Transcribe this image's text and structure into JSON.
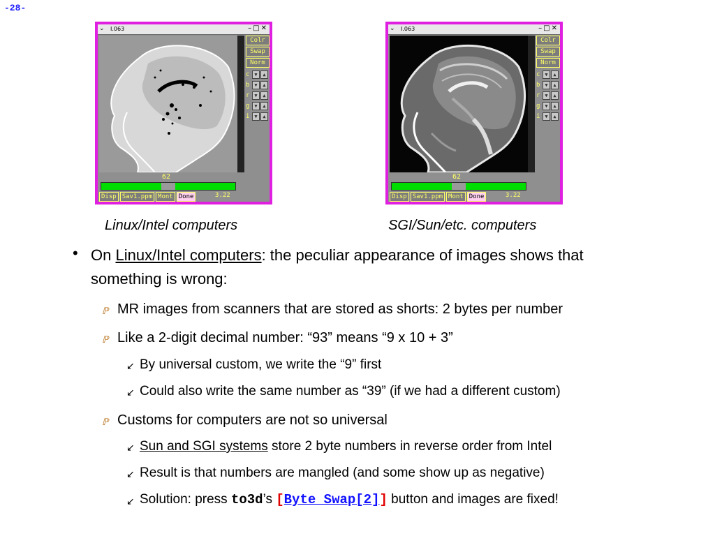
{
  "page_number": "-28-",
  "windows": [
    {
      "title": "I.063",
      "caption": "Linux/Intel computers",
      "side_buttons": [
        "Colr",
        "Swap",
        "Norm"
      ],
      "arrow_rows": [
        "c",
        "b",
        "r",
        "g",
        "i"
      ],
      "slice_value": "62",
      "bottom_buttons": [
        "Disp",
        "Sav1.ppm",
        "Mont",
        "Done"
      ],
      "coord": "3.22"
    },
    {
      "title": "I.063",
      "caption": "SGI/Sun/etc. computers",
      "side_buttons": [
        "Colr",
        "Swap",
        "Norm"
      ],
      "arrow_rows": [
        "c",
        "b",
        "r",
        "g",
        "i"
      ],
      "slice_value": "62",
      "bottom_buttons": [
        "Disp",
        "Sav1.ppm",
        "Mont",
        "Done"
      ],
      "coord": "3.22"
    }
  ],
  "bullet1": {
    "prefix": "On ",
    "link": "Linux/Intel computers",
    "line1_rest": ": the peculiar appearance of images shows that",
    "line2": "something is wrong:"
  },
  "sub1": "MR images from scanners that are stored as shorts: 2 bytes per number",
  "sub2": "Like a 2-digit decimal number: “93” means “9 x 10 + 3”",
  "sub2a": "By universal custom, we write the “9” first",
  "sub2b": "Could also write the same number as “39” (if we had a different custom)",
  "sub3": "Customs for computers are not so universal",
  "sub3a": {
    "link": "Sun and SGI systems",
    "rest": " store 2 byte numbers in reverse order from Intel"
  },
  "sub3b": "Result is that numbers are mangled (and some show up as negative)",
  "sub3c": {
    "prefix": "Solution: press ",
    "prog": "to3d",
    "apos": "’s ",
    "open": "[",
    "btn": "Byte Swap[2]",
    "close": "]",
    "rest": " button and images are fixed!"
  }
}
